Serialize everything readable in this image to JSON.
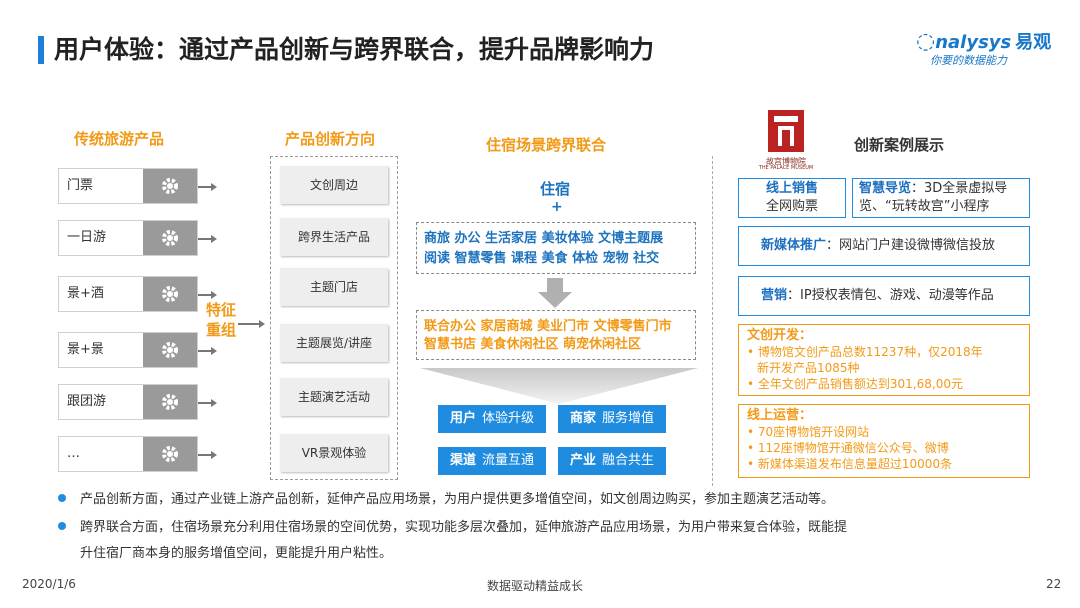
{
  "header": {
    "title": "用户体验：通过产品创新与跨界联合，提升品牌影响力",
    "logo_brand": "nalysys",
    "logo_brand_cn": "易观",
    "logo_slogan": "你要的数据能力"
  },
  "traditional": {
    "heading": "传统旅游产品",
    "items": [
      "门票",
      "一日游",
      "景+酒",
      "景+景",
      "跟团游",
      "…"
    ],
    "feature_line1": "特征",
    "feature_line2": "重组"
  },
  "innovation": {
    "heading": "产品创新方向",
    "items": [
      "文创周边",
      "跨界生活产品",
      "主题门店",
      "主题展览/讲座",
      "主题演艺活动",
      "VR景观体验"
    ]
  },
  "lodging": {
    "heading": "住宿场景跨界联合",
    "base": "住宿",
    "plus": "+",
    "tags1_line1": "商旅 办公 生活家居 美妆体验 文博主题展",
    "tags1_line2": "阅读 智慧零售 课程 美食 体检 宠物 社交",
    "tags2_line1": "联合办公 家居商城 美业门市 文博零售门市",
    "tags2_line2": "智慧书店 美食休闲社区 萌宠休闲社区",
    "buttons": [
      {
        "key": "用户",
        "text": "体验升级"
      },
      {
        "key": "商家",
        "text": "服务增值"
      },
      {
        "key": "渠道",
        "text": "流量互通"
      },
      {
        "key": "产业",
        "text": "融合共生"
      }
    ]
  },
  "cases": {
    "heading": "创新案例展示",
    "museum_name": "故宫博物院",
    "museum_en": "THE PALACE MUSEUM",
    "box1_title": "线上销售",
    "box1_text": "全网购票",
    "box2_title": "智慧导览",
    "box2_text_a": "：3D全景虚拟导",
    "box2_text_b": "览、“玩转故宫”小程序",
    "box3_title": "新媒体推广",
    "box3_text": "：网站门户建设微博微信投放",
    "box4_title": "营销",
    "box4_text": "：IP授权表情包、游戏、动漫等作品",
    "box5_title": "文创开发：",
    "box5_items": [
      "博物馆文创产品总数11237种，仅2018年",
      "新开发产品1085种",
      "全年文创产品销售额达到301,68,00元"
    ],
    "box6_title": "线上运营：",
    "box6_items": [
      "70座博物馆开设网站",
      "112座博物馆开通微信公众号、微博",
      "新媒体渠道发布信息量超过10000条"
    ]
  },
  "bullets": [
    "产品创新方面，通过产业链上游产品创新，延伸产品应用场景，为用户提供更多增值空间，如文创周边购买，参加主题演艺活动等。",
    "跨界联合方面，住宿场景充分利用住宿场景的空间优势，实现功能多层次叠加，延伸旅游产品应用场景，为用户带来复合体验，既能提",
    "升住宿厂商本身的服务增值空间，更能提升用户粘性。"
  ],
  "footer": {
    "date": "2020/1/6",
    "slogan": "数据驱动精益成长",
    "page": "22"
  },
  "colors": {
    "accent_blue": "#1f8ce0",
    "accent_orange": "#f29a17"
  }
}
